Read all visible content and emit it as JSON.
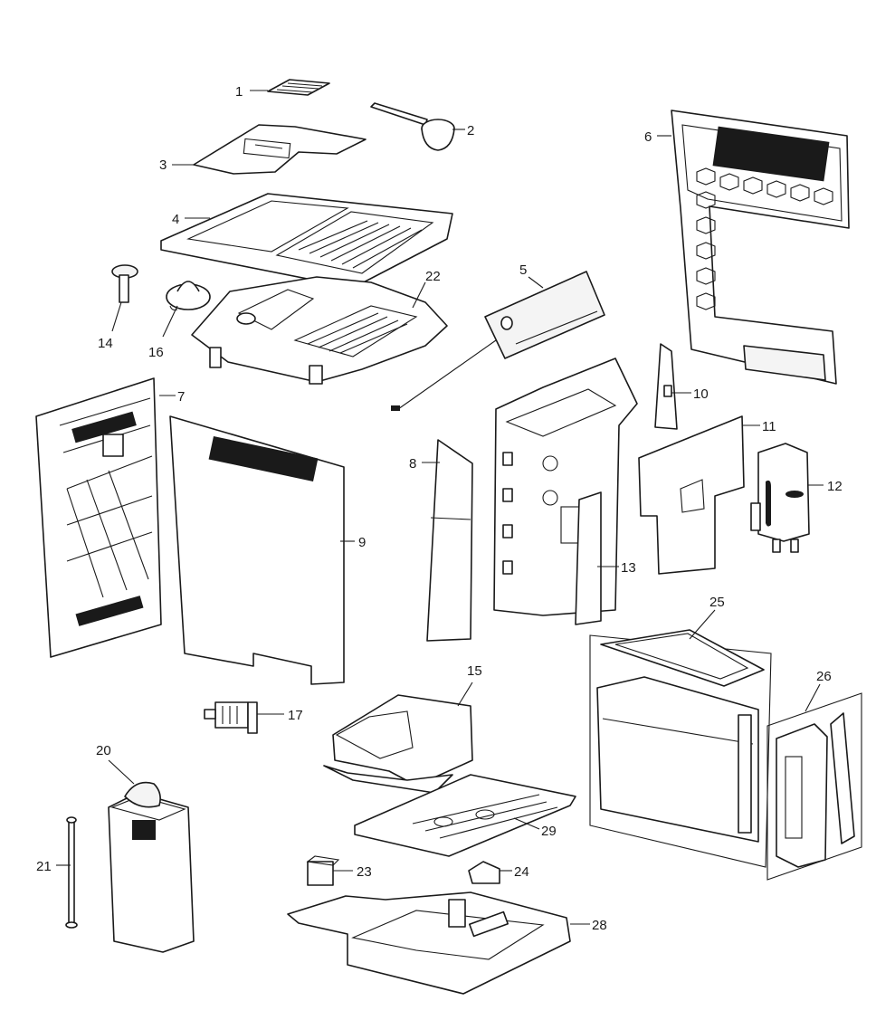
{
  "parts": [
    {
      "id": "p1",
      "number": "1"
    },
    {
      "id": "p2",
      "number": "2"
    },
    {
      "id": "p3",
      "number": "3"
    },
    {
      "id": "p4",
      "number": "4"
    },
    {
      "id": "p5",
      "number": "5"
    },
    {
      "id": "p6",
      "number": "6"
    },
    {
      "id": "p7",
      "number": "7"
    },
    {
      "id": "p8",
      "number": "8"
    },
    {
      "id": "p9",
      "number": "9"
    },
    {
      "id": "p10",
      "number": "10"
    },
    {
      "id": "p11",
      "number": "11"
    },
    {
      "id": "p12",
      "number": "12"
    },
    {
      "id": "p13",
      "number": "13"
    },
    {
      "id": "p14",
      "number": "14"
    },
    {
      "id": "p15",
      "number": "15"
    },
    {
      "id": "p16",
      "number": "16"
    },
    {
      "id": "p17",
      "number": "17"
    },
    {
      "id": "p20",
      "number": "20"
    },
    {
      "id": "p21",
      "number": "21"
    },
    {
      "id": "p22",
      "number": "22"
    },
    {
      "id": "p23",
      "number": "23"
    },
    {
      "id": "p24",
      "number": "24"
    },
    {
      "id": "p25",
      "number": "25"
    },
    {
      "id": "p26",
      "number": "26"
    },
    {
      "id": "p28",
      "number": "28"
    },
    {
      "id": "p29",
      "number": "29"
    }
  ]
}
